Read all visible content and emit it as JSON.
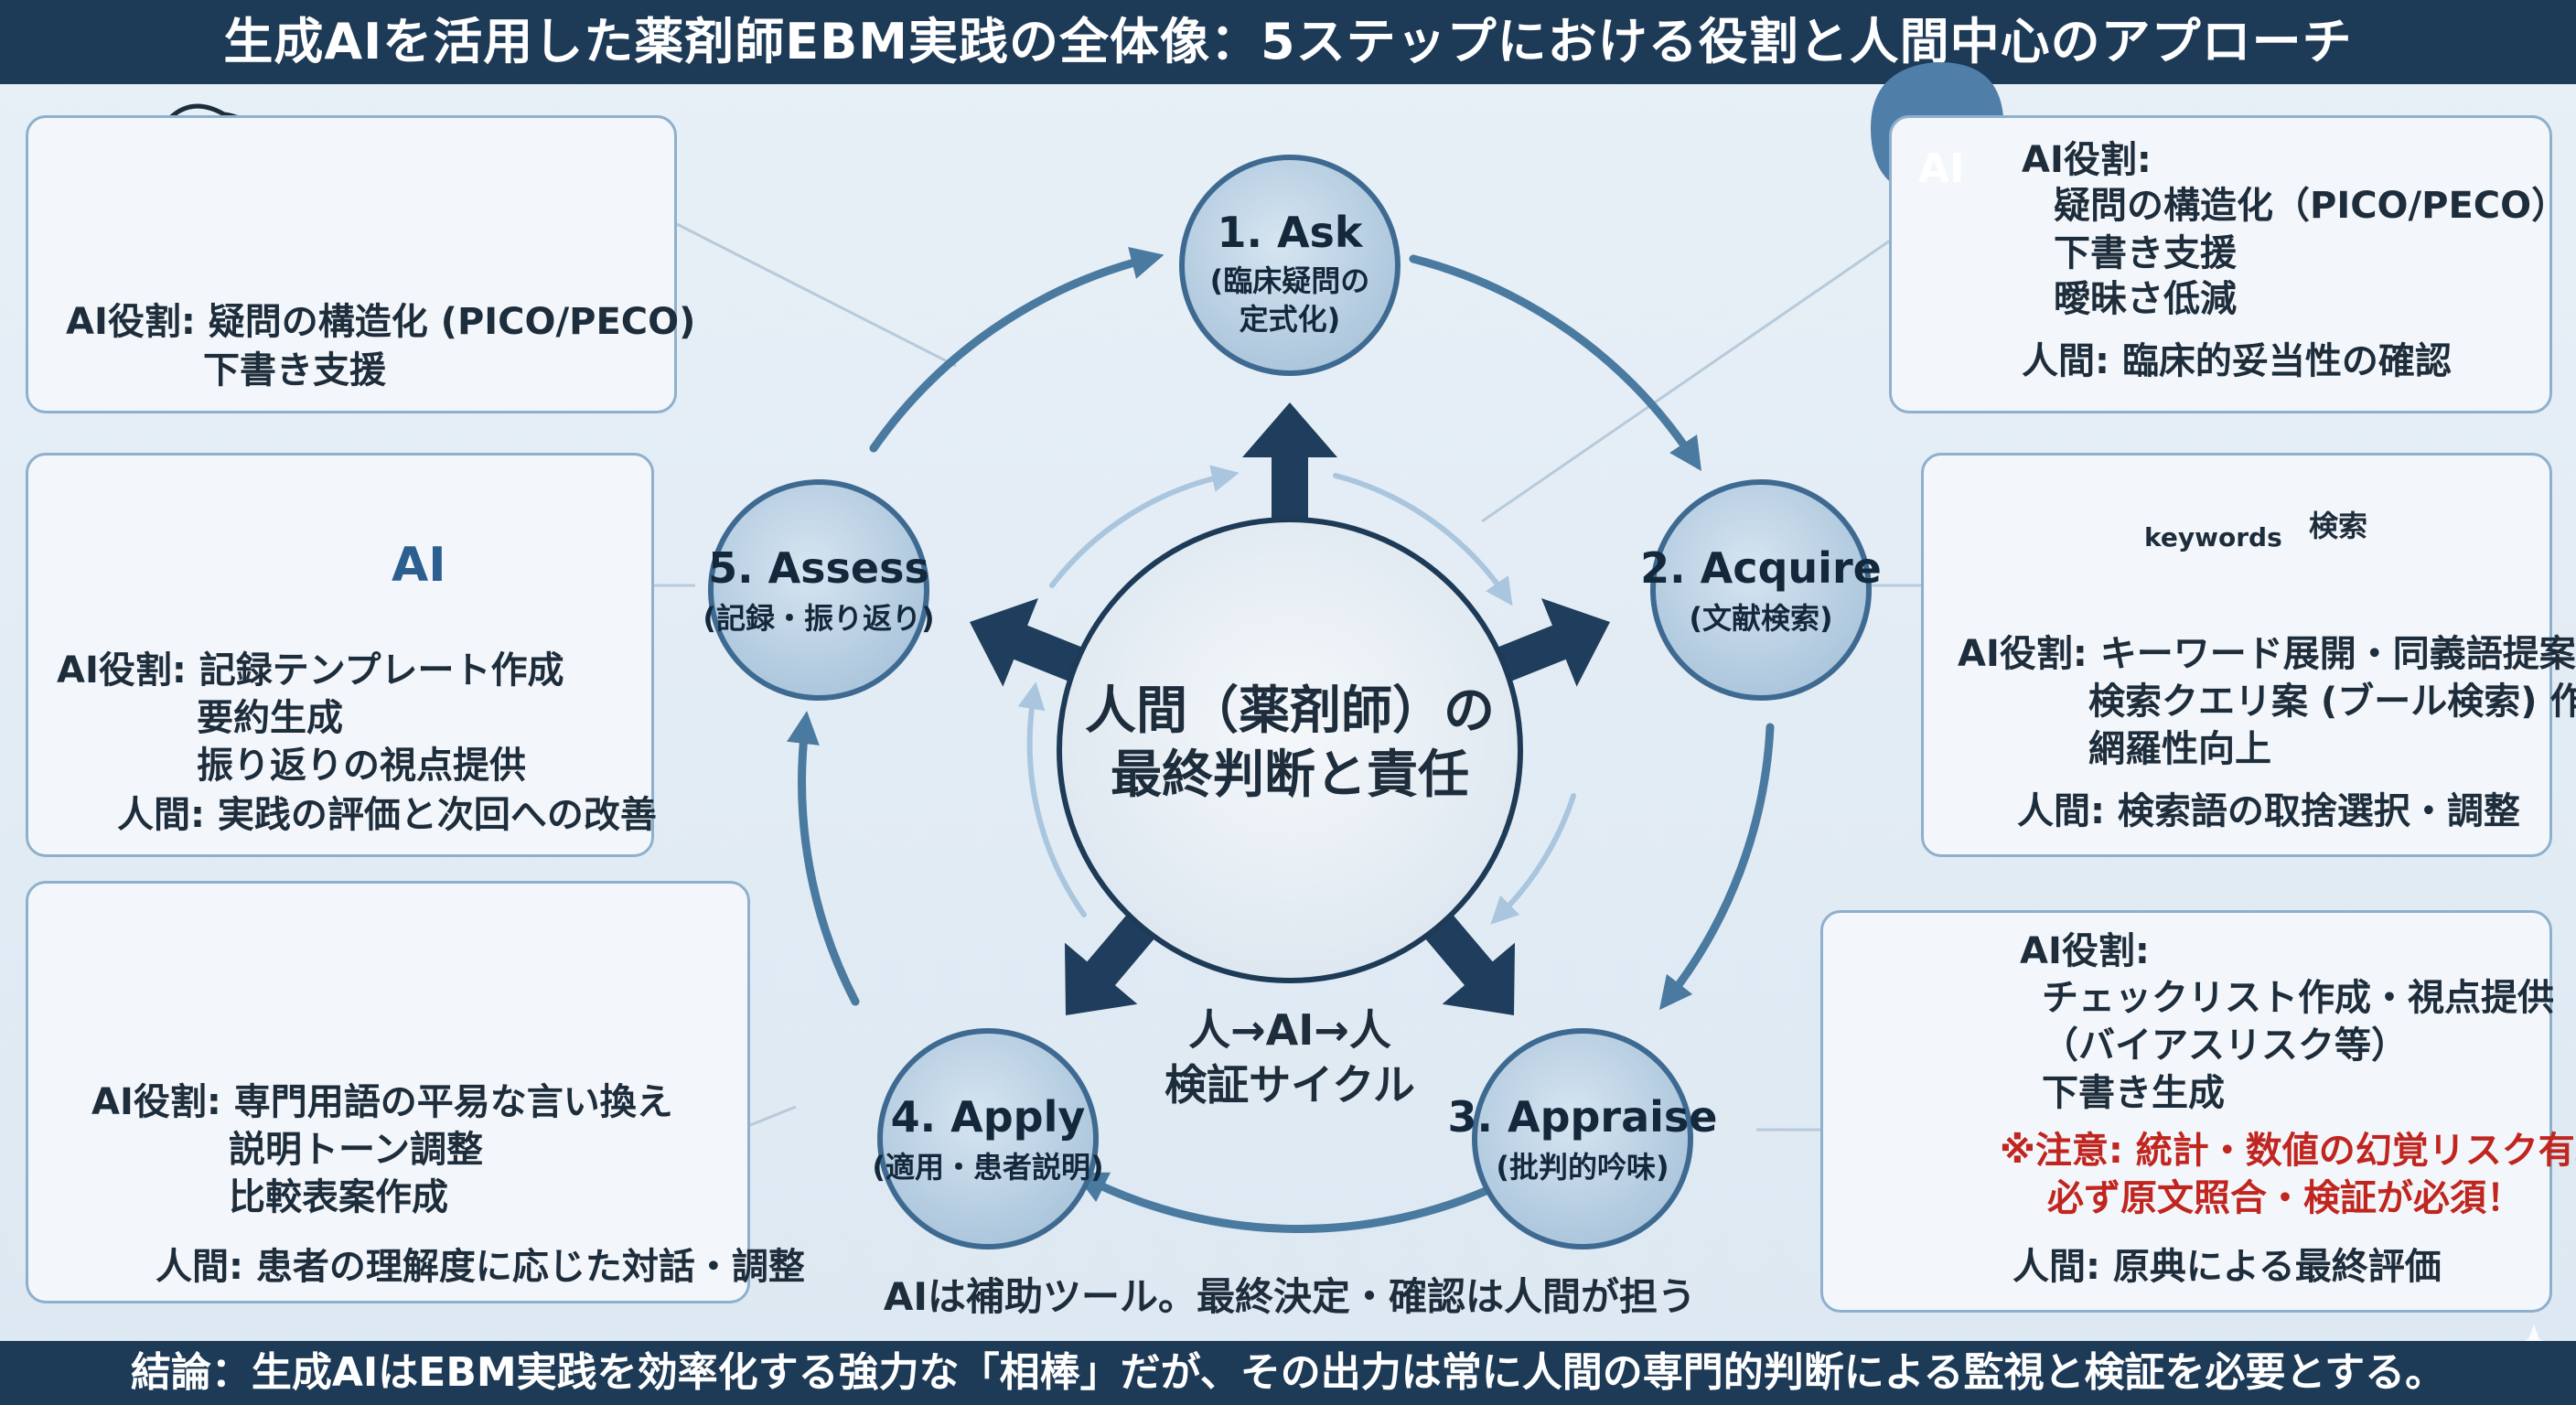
{
  "title": "生成AIを活用した薬剤師EBM実践の全体像：5ステップにおける役割と人間中心のアプローチ",
  "conclusion": "結論：生成AIはEBM実践を効率化する強力な「相棒」だが、その出力は常に人間の専門的判断による監視と検証を必要とする。",
  "center": {
    "line1": "人間（薬剤師）の",
    "line2": "最終判断と責任"
  },
  "cycle_label": {
    "line1": "人→AI→人",
    "line2": "検証サイクル"
  },
  "footer_note": "AIは補助ツール。最終決定・確認は人間が担う",
  "nodes": [
    {
      "title": "1. Ask",
      "sub1": "(臨床疑問の",
      "sub2": "定式化)"
    },
    {
      "title": "2. Acquire",
      "sub1": "(文献検索)"
    },
    {
      "title": "3. Appraise",
      "sub1": "(批判的吟味)"
    },
    {
      "title": "4. Apply",
      "sub1": "(適用・患者説明)"
    },
    {
      "title": "5. Assess",
      "sub1": "(記録・振り返り)"
    }
  ],
  "panels": {
    "ask_left": {
      "l1": "AI役割: 疑問の構造化 (PICO/PECO)",
      "l2": "下書き支援"
    },
    "ask_right": {
      "ai_icon_text": "AI",
      "heading": "AI役割:",
      "l1": "疑問の構造化（PICO/PECO）",
      "l2": "下書き支援",
      "l3": "曖昧さ低減",
      "human": "人間: 臨床的妥当性の確認"
    },
    "assess": {
      "ai_icon_text": "AI",
      "l1": "AI役割: 記録テンプレート作成",
      "l2": "要約生成",
      "l3": "振り返りの視点提供",
      "human": "人間: 実践の評価と次回への改善"
    },
    "acquire": {
      "keywords_tag": "keywords",
      "search_tag": "検索",
      "l1": "AI役割: キーワード展開・同義語提案",
      "l2": "検索クエリ案 (ブール検索) 作成",
      "l3": "網羅性向上",
      "human": "人間: 検索語の取捨選択・調整"
    },
    "apply": {
      "l1": "AI役割: 専門用語の平易な言い換え",
      "l2": "説明トーン調整",
      "l3": "比較表案作成",
      "human": "人間: 患者の理解度に応じた対話・調整"
    },
    "appraise": {
      "heading": "AI役割:",
      "l1": "チェックリスト作成・視点提供",
      "l2": "（バイアスリスク等）",
      "l3": "下書き生成",
      "warn1": "※注意: 統計・数値の幻覚リスク有。",
      "warn2": "必ず原文照合・検証が必須！",
      "human": "人間: 原典による最終評価"
    }
  },
  "colors": {
    "navy": "#1d3a57",
    "node_fill": "#bcd3e6",
    "ring": "#4a7aa0",
    "arrow": "#1f3d5c",
    "warning": "#f2c230",
    "alert_red": "#c0261f"
  }
}
